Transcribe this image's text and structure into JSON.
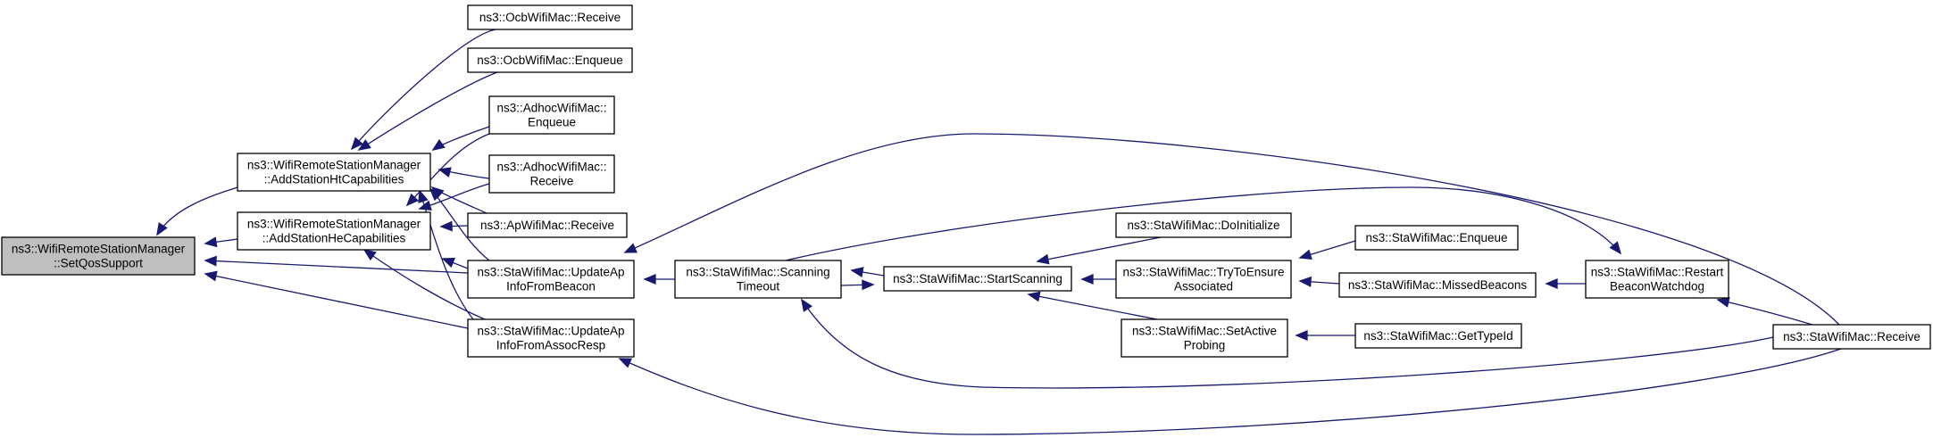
{
  "diagram": {
    "colors": {
      "edge": "#191970",
      "root_fill": "#bfbfbf",
      "node_fill": "#ffffff",
      "node_stroke": "#000000"
    },
    "nodes": [
      {
        "id": "setqos",
        "lines": [
          "ns3::WifiRemoteStationManager",
          "::SetQosSupport"
        ],
        "root": true
      },
      {
        "id": "addht",
        "lines": [
          "ns3::WifiRemoteStationManager",
          "::AddStationHtCapabilities"
        ]
      },
      {
        "id": "addhe",
        "lines": [
          "ns3::WifiRemoteStationManager",
          "::AddStationHeCapabilities"
        ]
      },
      {
        "id": "ocbrecv",
        "lines": [
          "ns3::OcbWifiMac::Receive"
        ]
      },
      {
        "id": "ocbenq",
        "lines": [
          "ns3::OcbWifiMac::Enqueue"
        ]
      },
      {
        "id": "adhocenq",
        "lines": [
          "ns3::AdhocWifiMac::",
          "Enqueue"
        ]
      },
      {
        "id": "adhocrecv",
        "lines": [
          "ns3::AdhocWifiMac::",
          "Receive"
        ]
      },
      {
        "id": "aprecv",
        "lines": [
          "ns3::ApWifiMac::Receive"
        ]
      },
      {
        "id": "updbeacon",
        "lines": [
          "ns3::StaWifiMac::UpdateAp",
          "InfoFromBeacon"
        ]
      },
      {
        "id": "updassoc",
        "lines": [
          "ns3::StaWifiMac::UpdateAp",
          "InfoFromAssocResp"
        ]
      },
      {
        "id": "scantimeout",
        "lines": [
          "ns3::StaWifiMac::Scanning",
          "Timeout"
        ]
      },
      {
        "id": "startscan",
        "lines": [
          "ns3::StaWifiMac::StartScanning"
        ]
      },
      {
        "id": "doinit",
        "lines": [
          "ns3::StaWifiMac::DoInitialize"
        ]
      },
      {
        "id": "trytoensure",
        "lines": [
          "ns3::StaWifiMac::TryToEnsure",
          "Associated"
        ]
      },
      {
        "id": "setactive",
        "lines": [
          "ns3::StaWifiMac::SetActive",
          "Probing"
        ]
      },
      {
        "id": "staenq",
        "lines": [
          "ns3::StaWifiMac::Enqueue"
        ]
      },
      {
        "id": "missed",
        "lines": [
          "ns3::StaWifiMac::MissedBeacons"
        ]
      },
      {
        "id": "gettypeid",
        "lines": [
          "ns3::StaWifiMac::GetTypeId"
        ]
      },
      {
        "id": "restart",
        "lines": [
          "ns3::StaWifiMac::Restart",
          "BeaconWatchdog"
        ]
      },
      {
        "id": "starecv",
        "lines": [
          "ns3::StaWifiMac::Receive"
        ]
      }
    ],
    "edges": [
      {
        "from": "addht",
        "to": "setqos"
      },
      {
        "from": "addhe",
        "to": "setqos"
      },
      {
        "from": "updbeacon",
        "to": "setqos"
      },
      {
        "from": "updassoc",
        "to": "setqos"
      },
      {
        "from": "ocbrecv",
        "to": "addht"
      },
      {
        "from": "ocbenq",
        "to": "addht"
      },
      {
        "from": "adhocenq",
        "to": "addht"
      },
      {
        "from": "adhocrecv",
        "to": "addht"
      },
      {
        "from": "aprecv",
        "to": "addht"
      },
      {
        "from": "updbeacon",
        "to": "addht"
      },
      {
        "from": "updassoc",
        "to": "addht"
      },
      {
        "from": "adhocenq",
        "to": "addhe"
      },
      {
        "from": "adhocrecv",
        "to": "addhe"
      },
      {
        "from": "aprecv",
        "to": "addhe"
      },
      {
        "from": "updbeacon",
        "to": "addhe"
      },
      {
        "from": "updassoc",
        "to": "addhe"
      },
      {
        "from": "scantimeout",
        "to": "updbeacon"
      },
      {
        "from": "starecv",
        "to": "updbeacon"
      },
      {
        "from": "starecv",
        "to": "updassoc"
      },
      {
        "from": "startscan",
        "to": "scantimeout"
      },
      {
        "from": "scantimeout",
        "to": "startscan"
      },
      {
        "from": "starecv",
        "to": "scantimeout"
      },
      {
        "from": "doinit",
        "to": "startscan"
      },
      {
        "from": "trytoensure",
        "to": "startscan"
      },
      {
        "from": "setactive",
        "to": "startscan"
      },
      {
        "from": "staenq",
        "to": "trytoensure"
      },
      {
        "from": "missed",
        "to": "trytoensure"
      },
      {
        "from": "restart",
        "to": "missed"
      },
      {
        "from": "gettypeid",
        "to": "setactive"
      },
      {
        "from": "scantimeout",
        "to": "restart"
      },
      {
        "from": "starecv",
        "to": "restart"
      }
    ]
  }
}
